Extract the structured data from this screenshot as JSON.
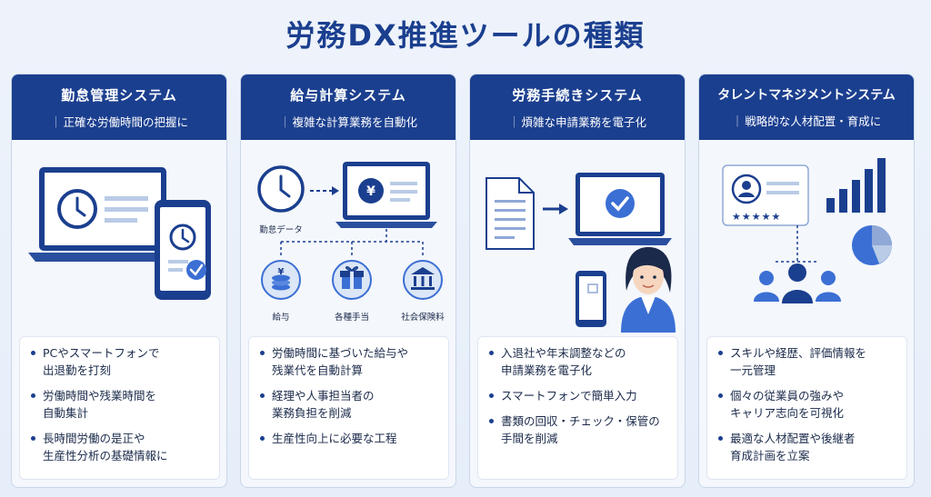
{
  "title": "労務DX推進ツールの種類",
  "cards": [
    {
      "title": "勤怠管理システム",
      "subtitle": "正確な労働時間の把握に",
      "items": [
        "PCやスマートフォンで\n出退勤を打刻",
        "労働時間や残業時間を\n自動集計",
        "長時間労働の是正や\n生産性分析の基礎情報に"
      ]
    },
    {
      "title": "給与計算システム",
      "subtitle": "複雑な計算業務を自動化",
      "labels": {
        "input": "勤怠データ",
        "pay": "給与",
        "allowance": "各種手当",
        "insurance": "社会保険料"
      },
      "items": [
        "労働時間に基づいた給与や\n残業代を自動計算",
        "経理や人事担当者の\n業務負担を削減",
        "生産性向上に必要な工程"
      ]
    },
    {
      "title": "労務手続きシステム",
      "subtitle": "煩雑な申請業務を電子化",
      "items": [
        "入退社や年末調整などの\n申請業務を電子化",
        "スマートフォンで簡単入力",
        "書類の回収・チェック・保管の\n手間を削減"
      ]
    },
    {
      "title": "タレントマネジメントシステム",
      "subtitle": "戦略的な人材配置・育成に",
      "stars": "★★★★★",
      "items": [
        "スキルや経歴、評価情報を\n一元管理",
        "個々の従業員の強みや\nキャリア志向を可視化",
        "最適な人材配置や後継者\n育成計画を立案"
      ]
    }
  ],
  "colors": {
    "primary": "#1b3f8f",
    "accent": "#3b6fd4",
    "light": "#dbe6f7"
  }
}
